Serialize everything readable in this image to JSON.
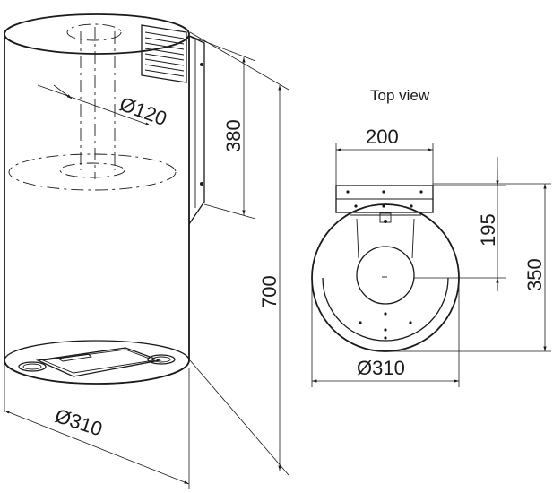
{
  "side_view": {
    "dim_diameter_small": "Ø120",
    "dim_duct_height": "380",
    "dim_total_height": "700",
    "dim_diameter_body": "Ø310"
  },
  "top_view": {
    "title": "Top view",
    "dim_bracket_width": "200",
    "dim_bracket_depth": "195",
    "dim_total_depth": "350",
    "dim_diameter": "Ø310"
  }
}
